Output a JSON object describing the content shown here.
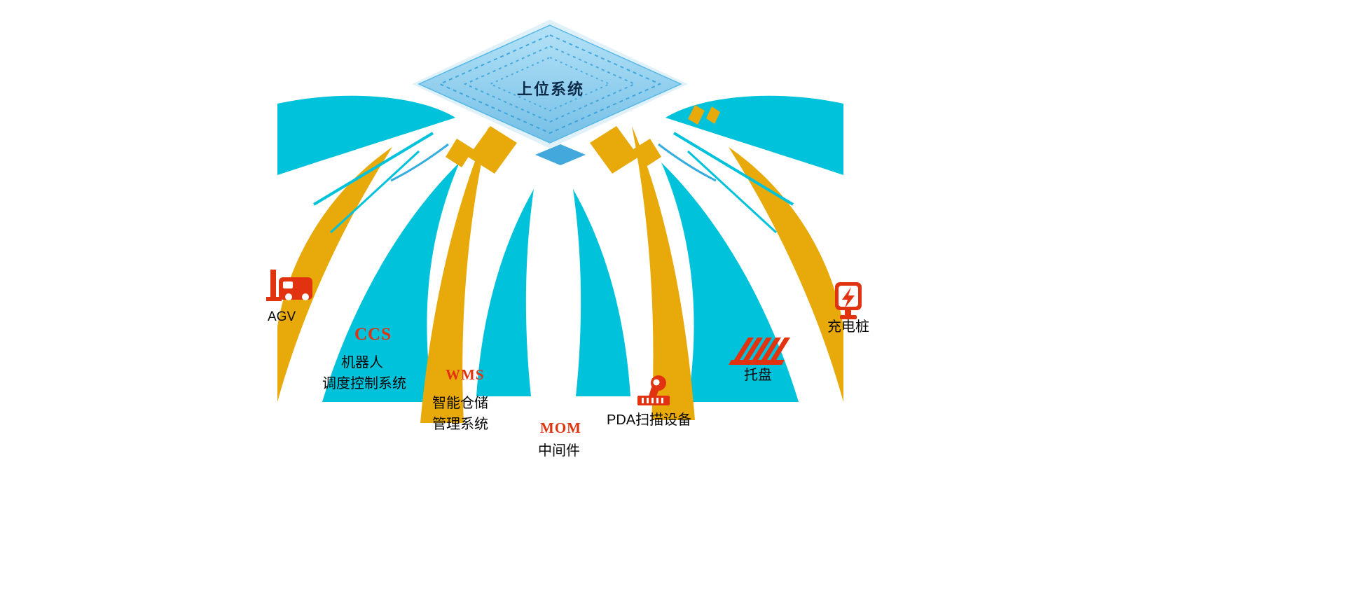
{
  "diagram": {
    "platform": {
      "title": "上位系统",
      "icon": "cloud-platform-diamond"
    },
    "nodes": {
      "agv": {
        "label": "AGV",
        "icon": "agv-robot-icon"
      },
      "ccs": {
        "abbr": "CCS",
        "line1": "机器人",
        "line2": "调度控制系统"
      },
      "wms": {
        "abbr": "WMS",
        "line1": "智能仓储",
        "line2": "管理系统"
      },
      "mom": {
        "abbr": "MOM",
        "line1": "中间件"
      },
      "pda": {
        "label": "PDA扫描设备",
        "icon": "barcode-scanner-icon"
      },
      "pallet": {
        "label": "托盘",
        "icon": "pallet-icon"
      },
      "charger": {
        "label": "充电桩",
        "icon": "charging-pile-icon"
      }
    },
    "colors": {
      "cyan": "#00C2DA",
      "gold": "#E8A90B",
      "red": "#E1330F",
      "platform_fill_light": "#B5E2F7",
      "platform_fill_dark": "#74BFE6",
      "platform_edge": "#2F9FD8",
      "title_text": "#0D2B4B",
      "label_text": "#0A0A0A"
    }
  }
}
